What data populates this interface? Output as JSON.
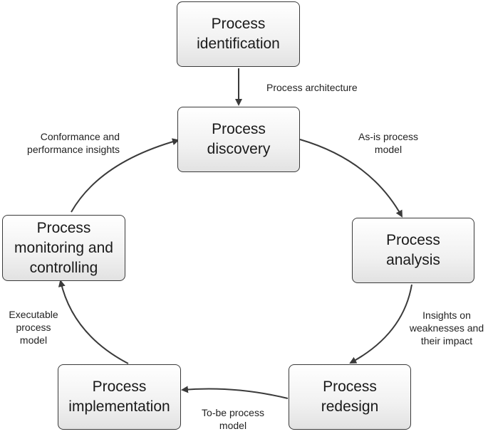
{
  "nodes": {
    "identification": "Process\nidentification",
    "discovery": "Process\ndiscovery",
    "analysis": "Process\nanalysis",
    "redesign": "Process\nredesign",
    "implementation": "Process\nimplementation",
    "monitoring": "Process\nmonitoring and\ncontrolling"
  },
  "edge_labels": {
    "architecture": "Process architecture",
    "as_is_model": "As-is process\nmodel",
    "insights_weaknesses": "Insights on\nweaknesses and\ntheir impact",
    "to_be_model": "To-be process\nmodel",
    "executable_model": "Executable\nprocess\nmodel",
    "conformance_insights": "Conformance and\nperformance insights"
  },
  "colors": {
    "stroke": "#3a3a3a",
    "text": "#1a1a1a"
  }
}
